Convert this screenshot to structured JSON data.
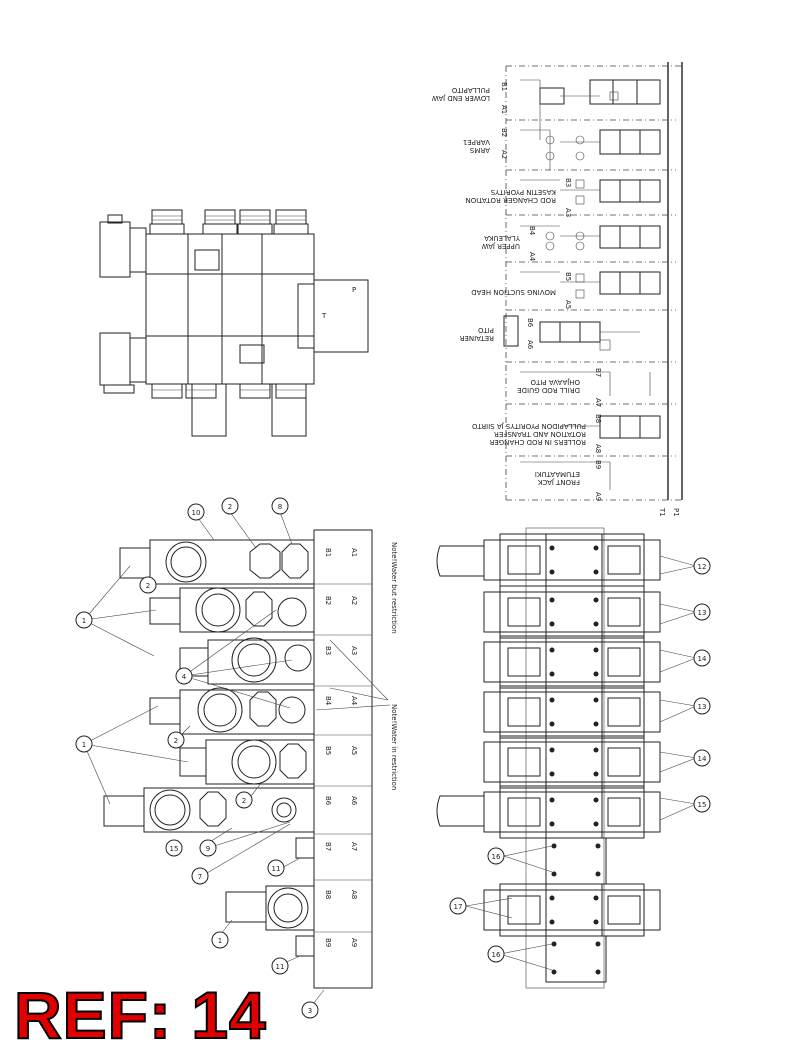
{
  "reference": "REF: 14",
  "top_view_ports": {
    "t": "T",
    "p": "P"
  },
  "schematic": {
    "sections": [
      {
        "a": "A1",
        "b": "B1",
        "label1": "PULLAPITO",
        "label2": "LOWER END JAW"
      },
      {
        "a": "A2",
        "b": "B2",
        "label1": "VARPE1",
        "label2": "ARMS"
      },
      {
        "a": "A3",
        "b": "B3",
        "label1": "KASETIN PYORITYS",
        "label2": "ROD CHANGER ROTATION"
      },
      {
        "a": "A4",
        "b": "B4",
        "label1": "YLALEUKA",
        "label2": "UPPER JAW"
      },
      {
        "a": "A5",
        "b": "B5",
        "label1": "MOVING SUCTION HEAD",
        "label2": ""
      },
      {
        "a": "A6",
        "b": "B6",
        "label1": "PITO",
        "label2": "RETAINER"
      },
      {
        "a": "A7",
        "b": "B7",
        "label1": "OHJAAVA PITO",
        "label2": "DRILL ROD GUIDE"
      },
      {
        "a": "A8",
        "b": "B8",
        "label1": "PULLAPIDON PYORITYS JA SIIRTO",
        "label2": "ROTATION AND TRANSFER",
        "label3": "ROLLERS IN ROD CHANGER"
      },
      {
        "a": "A9",
        "b": "B9",
        "label1": "ETUMAATUKI",
        "label2": "FRONT JACK"
      }
    ],
    "ports": {
      "t": "T1",
      "p": "P1"
    }
  },
  "side_view": {
    "ports": [
      {
        "b": "B1",
        "a": "A1"
      },
      {
        "b": "B2",
        "a": "A2"
      },
      {
        "b": "B3",
        "a": "A3"
      },
      {
        "b": "B4",
        "a": "A4"
      },
      {
        "b": "B5",
        "a": "A5"
      },
      {
        "b": "B6",
        "a": "A6"
      },
      {
        "b": "B7",
        "a": "A7"
      },
      {
        "b": "B8",
        "a": "A8"
      },
      {
        "b": "B9",
        "a": "A9"
      }
    ],
    "note_no_restriction": "Note!Water but restriction",
    "note_restriction": "Note!Water in restriction",
    "callouts": [
      "10",
      "2",
      "8",
      "2",
      "1",
      "4",
      "2",
      "1",
      "2",
      "15",
      "9",
      "7",
      "11",
      "1",
      "11",
      "3"
    ]
  },
  "front_view": {
    "callouts": [
      "12",
      "13",
      "14",
      "13",
      "14",
      "15",
      "16",
      "17",
      "16"
    ]
  }
}
